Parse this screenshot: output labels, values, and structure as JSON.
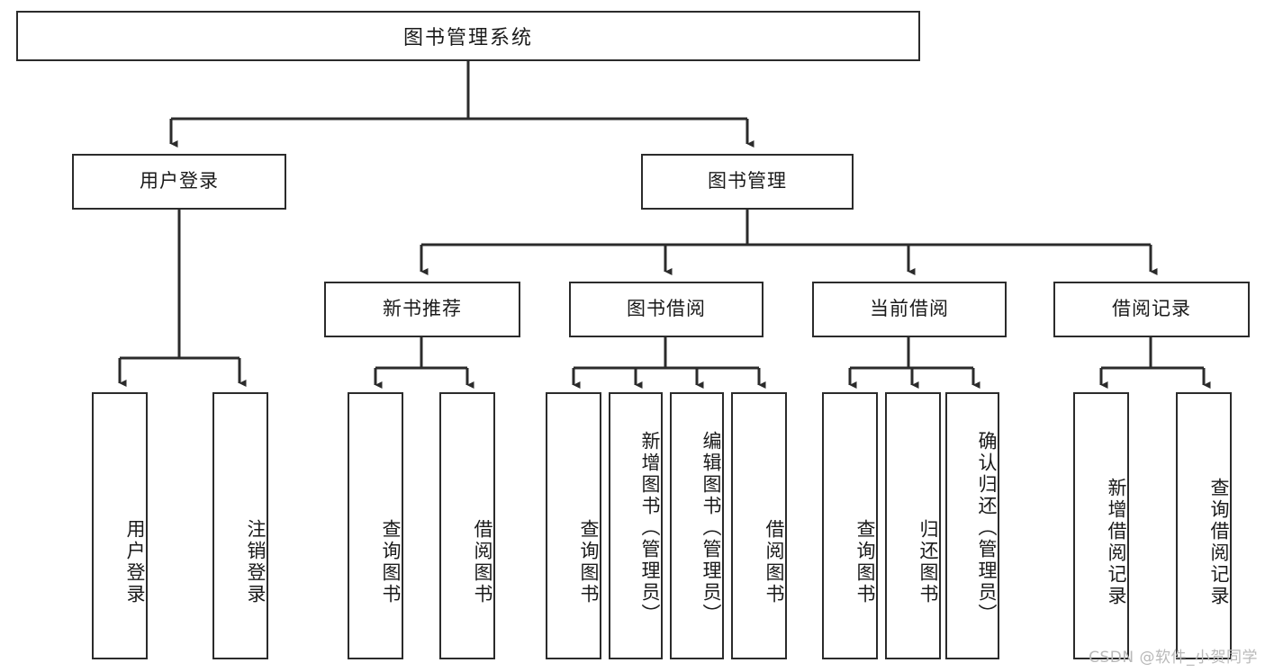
{
  "diagram": {
    "type": "tree",
    "title": "图书管理系统",
    "watermark": "CSDN @软件_小贺同学",
    "colors": {
      "stroke": "#2b2b2b",
      "fill": "#ffffff",
      "text": "#1a1a1a",
      "watermark": "#b9b9b9"
    },
    "levels": {
      "root": {
        "label": "图书管理系统"
      },
      "level2": [
        {
          "id": "user-login",
          "label": "用户登录"
        },
        {
          "id": "book-management",
          "label": "图书管理"
        }
      ],
      "level3": [
        {
          "id": "new-book-recommend",
          "label": "新书推荐",
          "parent": "book-management"
        },
        {
          "id": "book-borrow",
          "label": "图书借阅",
          "parent": "book-management"
        },
        {
          "id": "current-borrow",
          "label": "当前借阅",
          "parent": "book-management"
        },
        {
          "id": "borrow-record",
          "label": "借阅记录",
          "parent": "book-management"
        }
      ],
      "leaves": [
        {
          "id": "leaf-user-login",
          "label": "用户登录",
          "parent": "user-login"
        },
        {
          "id": "leaf-logout-login",
          "label": "注销登录",
          "parent": "user-login"
        },
        {
          "id": "leaf-query-book-1",
          "label": "查询图书",
          "parent": "new-book-recommend"
        },
        {
          "id": "leaf-borrow-book-1",
          "label": "借阅图书",
          "parent": "new-book-recommend"
        },
        {
          "id": "leaf-query-book-2",
          "label": "查询图书",
          "parent": "book-borrow"
        },
        {
          "id": "leaf-add-book",
          "label": "新增图书（管理员）",
          "parent": "book-borrow"
        },
        {
          "id": "leaf-edit-book",
          "label": "编辑图书（管理员）",
          "parent": "book-borrow"
        },
        {
          "id": "leaf-borrow-book-2",
          "label": "借阅图书",
          "parent": "book-borrow"
        },
        {
          "id": "leaf-query-book-3",
          "label": "查询图书",
          "parent": "current-borrow"
        },
        {
          "id": "leaf-return-book",
          "label": "归还图书",
          "parent": "current-borrow"
        },
        {
          "id": "leaf-confirm-return",
          "label": "确认归还（管理员）",
          "parent": "current-borrow"
        },
        {
          "id": "leaf-add-record",
          "label": "新增借阅记录",
          "parent": "borrow-record"
        },
        {
          "id": "leaf-query-record",
          "label": "查询借阅记录",
          "parent": "borrow-record"
        }
      ]
    }
  }
}
